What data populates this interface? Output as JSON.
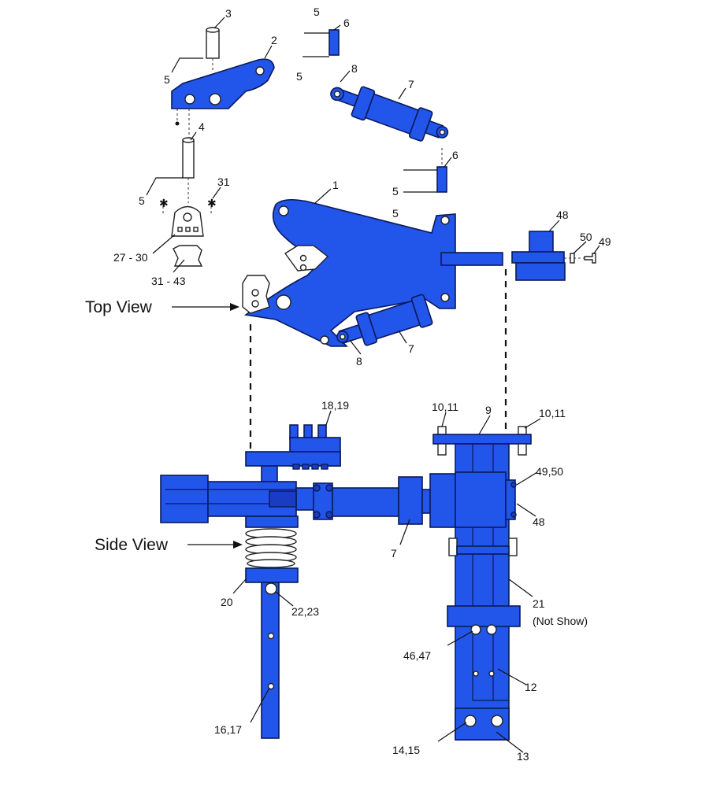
{
  "views": {
    "top": "Top View",
    "side": "Side View"
  },
  "callouts": {
    "c3": "3",
    "c2": "2",
    "c5a": "5",
    "c5b": "5",
    "c5c": "5",
    "c6a": "6",
    "c8a": "8",
    "c7a": "7",
    "c4": "4",
    "c5d": "5",
    "c31a": "31",
    "c6b": "6",
    "c5e": "5",
    "c5f": "5",
    "c1": "1",
    "c48a": "48",
    "c50": "50",
    "c49": "49",
    "c27_30": "27 - 30",
    "c31_43": "31 - 43",
    "c7b": "7",
    "c8b": "8",
    "c18_19": "18,19",
    "c10_11a": "10,11",
    "c9": "9",
    "c10_11b": "10,11",
    "c49_50": "49,50",
    "c48b": "48",
    "c7c": "7",
    "c20": "20",
    "c22_23": "22,23",
    "c21": "21",
    "c21note": "(Not Show)",
    "c46_47": "46,47",
    "c12": "12",
    "c16_17": "16,17",
    "c14_15": "14,15",
    "c13": "13"
  },
  "colors": {
    "part_blue": "#2255ea",
    "outline": "#0a1a5c"
  }
}
